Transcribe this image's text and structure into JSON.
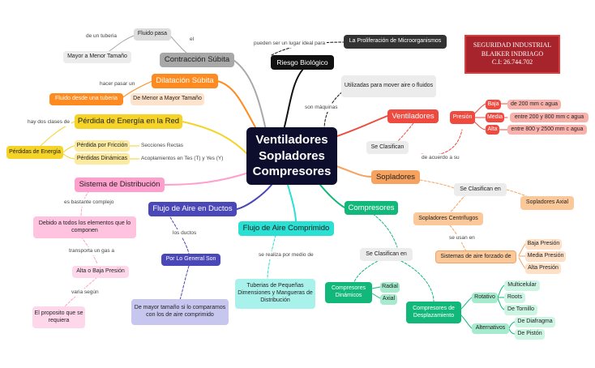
{
  "center": [
    "Ventiladores",
    "Sopladores",
    "Compresores"
  ],
  "title_box": [
    "SEGURIDAD INDUSTRIAL",
    "BLAIKER INDRIAGO",
    "C.I: 26.744.702"
  ],
  "topics": {
    "contraccion": "Contracción Súbita",
    "dilatacion": "Dilatación Súbita",
    "perdida": "Pérdida de Energía en la Red",
    "distribucion": "Sistema de Distribución",
    "ductos": "Flujo de Aire en Ductos",
    "comprimido": "Flujo de Aire Comprimido",
    "riesgo": "Riesgo Biológico",
    "ventiladores": "Ventiladores",
    "sopladores": "Sopladores",
    "compresores": "Compresores"
  },
  "nodes": {
    "fluido_pasa": "Fluido pasa",
    "de_un_tuberia": "de un tuberia",
    "el": "el",
    "mayor_menor": "Mayor a Menor Tamaño",
    "hacer_pasar_un": "hacer pasar un",
    "fluido_desde": "Fluido desde una tuberia",
    "menor_mayor": "De Menor a Mayor Tamaño",
    "hay_dos_clases": "hay dos clases de",
    "perdidas_energia": "Pérdidas de Energía",
    "perdida_friccion": "Pérdida por Fricción",
    "secciones_rectas": "Secciones Rectas",
    "perdidas_dinamicas": "Pérdidas Dinámicas",
    "acoplamientos": "Acoplamientos en Tes (T) y Yes (Y)",
    "es_bastante": "es bastante complejo",
    "debido_todos": "Debido a todos los elementos que lo componen",
    "transporta_gas": "transporta un gas a",
    "alta_baja": "Alta o Baja Presión",
    "varia_segun": "varia según",
    "proposito": "El proposito que se requiera",
    "los_ductos": "los ductos",
    "por_lo_general": "Por Lo General Son",
    "mayor_tamano_si": "De mayor tamaño si lo comparamos con los de aire comprimido",
    "se_realiza": "se realiza por medio de",
    "tuberias_pequenas": "Tuberias de Pequeñas Dimensiones y Mangueras de Distribución",
    "pueden_ser": "pueden ser un lugar ideal para",
    "proliferacion": "La Proliferación de Microorganismos",
    "son_maquinas": "son máquinas",
    "utilizadas": "Utilizadas para mover aire o fluidos",
    "se_clasifican_v": "Se Clasifican",
    "de_acuerdo": "de acuerdo a su",
    "presion": "Presión",
    "baja": "Baja",
    "media": "Media",
    "alta": "Alta",
    "baja_val": "de 200 mm c agua",
    "media_val": "entre 200 y 800 mm c agua",
    "alta_val": "entre 800 y 2500 mm c agua",
    "se_clasifican_en_s": "Se Clasifican en",
    "sopladores_axial": "Sopladores Axial",
    "sopladores_centrifugos": "Sopladores Centrífugos",
    "se_usan_en": "se usan en",
    "sistemas_forzado": "Sistemas de aire forzado de",
    "baja_presion": "Baja Presión",
    "media_presion": "Media Presión",
    "alta_presion": "Alta Presión",
    "se_clasifican_en_c": "Se Clasifican en",
    "compresores_dinamicos": "Compresores Dinámicos",
    "radial": "Radial",
    "axial": "Axial",
    "compresores_desplazamiento": "Compresores de Desplazamiento",
    "rotativo": "Rotativo",
    "multicelular": "Multicelular",
    "roots": "Roots",
    "de_tornillo": "De Tornillo",
    "alternativos": "Alternativos",
    "de_diafragma": "De Diafragma",
    "de_piston": "De Pistón"
  },
  "colors": {
    "center_bg": "#0d0d2e",
    "gray": "#a8a8a8",
    "orange": "#ff8a1f",
    "yellow": "#f5d327",
    "pink": "#ff9fce",
    "indigo": "#4a47b8",
    "teal": "#29e0d2",
    "black": "#111111",
    "red": "#ee4a3f",
    "peach": "#f7a25e",
    "green": "#12b87a"
  }
}
